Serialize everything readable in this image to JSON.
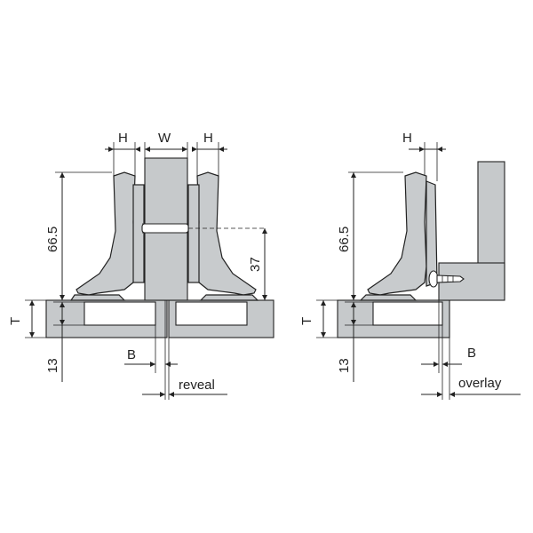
{
  "diagram": {
    "left_view": {
      "labels": {
        "h_left": "H",
        "w": "W",
        "h_right": "H",
        "height": "66.5",
        "screw_height": "37",
        "t": "T",
        "cup_depth": "13",
        "b": "B",
        "reveal": "reveal"
      }
    },
    "right_view": {
      "labels": {
        "h": "H",
        "height": "66.5",
        "t": "T",
        "cup_depth": "13",
        "b": "B",
        "overlay": "overlay"
      }
    },
    "colors": {
      "part_fill": "#c8cbcd",
      "line": "#222222"
    }
  }
}
